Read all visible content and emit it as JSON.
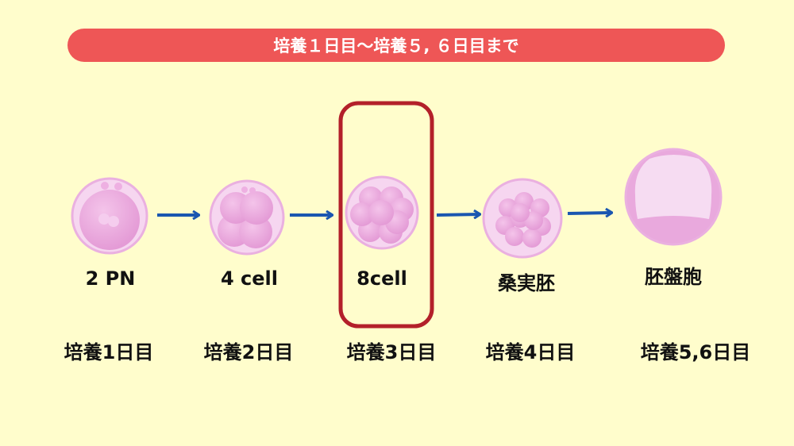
{
  "banner": {
    "title": "培養１日目〜培養５, ６日目まで",
    "color": "#ee5656"
  },
  "highlight_color": "#b3202a",
  "arrow_color": "#1a56b0",
  "stages": [
    {
      "label": "2 PN",
      "day": "培養1日目"
    },
    {
      "label": "4 cell",
      "day": "培養2日目"
    },
    {
      "label": "8cell",
      "day": "培養3日目"
    },
    {
      "label": "桑実胚",
      "day": "培養4日目"
    },
    {
      "label": "胚盤胞",
      "day": "培養5,6日目"
    }
  ]
}
